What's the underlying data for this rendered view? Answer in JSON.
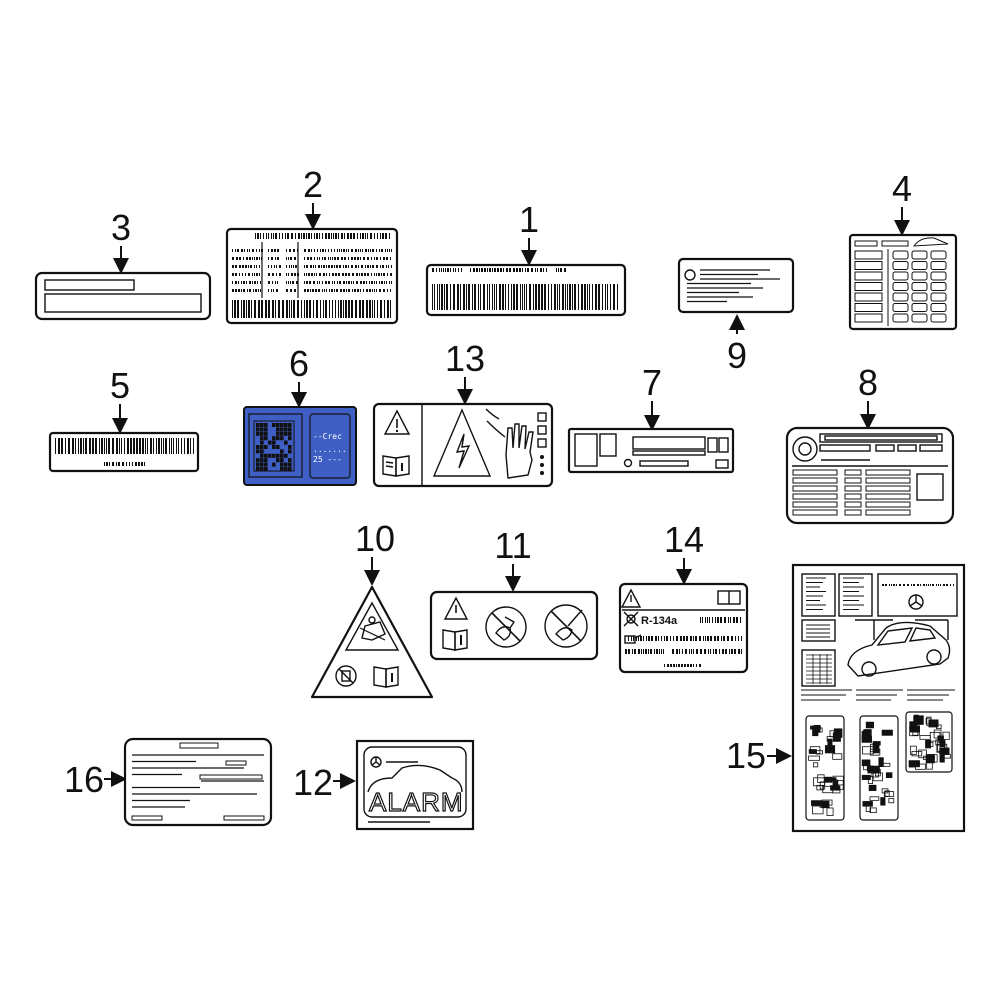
{
  "diagram": {
    "colors": {
      "ink": "#111111",
      "paper": "#ffffff",
      "highlight": "#3f5fc4"
    },
    "callouts": [
      "1",
      "2",
      "3",
      "4",
      "5",
      "6",
      "7",
      "8",
      "9",
      "10",
      "11",
      "12",
      "13",
      "14",
      "15",
      "16"
    ],
    "label_texts": {
      "refrigerant": "R-134a",
      "alarm": "ALARM"
    }
  }
}
